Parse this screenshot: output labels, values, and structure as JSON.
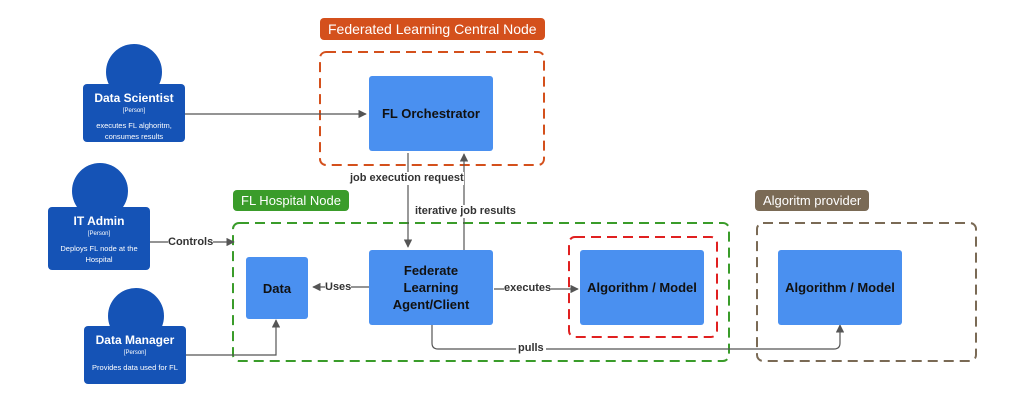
{
  "colors": {
    "box_fill": "#4a90f0",
    "person_fill": "#1553b6",
    "central_node": "#d4501c",
    "hospital_node": "#3a9c2a",
    "algo_highlight": "#e02020",
    "algo_provider": "#7a6a55",
    "edge": "#555555"
  },
  "boundaries": {
    "central": {
      "title": "Federated Learning Central Node"
    },
    "hospital": {
      "title": "FL Hospital Node"
    },
    "provider": {
      "title": "Algoritm provider"
    }
  },
  "people": {
    "data_scientist": {
      "name": "Data Scientist",
      "role": "[Person]",
      "desc": "executes FL alghoritm, consumes results"
    },
    "it_admin": {
      "name": "IT Admin",
      "role": "[Person]",
      "desc": "Deploys FL node at the Hospital"
    },
    "data_manager": {
      "name": "Data Manager",
      "role": "[Person]",
      "desc": "Provides data used for FL"
    }
  },
  "boxes": {
    "orchestrator": "FL Orchestrator",
    "data": "Data",
    "agent": "Federate Learning Agent/Client",
    "algo_local": "Algorithm / Model",
    "algo_provider": "Algorithm / Model"
  },
  "edges": {
    "job_request": "job execution request",
    "job_results": "iterative job results",
    "controls": "Controls",
    "uses": "Uses",
    "executes": "executes",
    "pulls": "pulls"
  }
}
